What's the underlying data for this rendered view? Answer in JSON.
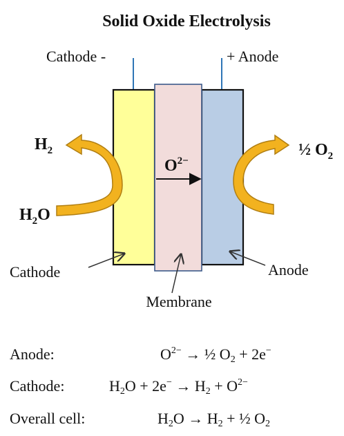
{
  "title": "Solid Oxide Electrolysis",
  "terminals": {
    "cathode": "Cathode -",
    "anode": "+ Anode"
  },
  "flows": {
    "h2_main": "H",
    "h2_sub": "2",
    "h2o_main": "H",
    "h2o_sub": "2",
    "h2o_tail": "O",
    "o2_half": "½ O",
    "o2_sub": "2",
    "oxide_main": "O",
    "oxide_sup": "2−"
  },
  "labels": {
    "cathode": "Cathode",
    "membrane": "Membrane",
    "anode": "Anode"
  },
  "colors": {
    "cathode_fill": "#FFFF99",
    "membrane_fill": "#F2DCDB",
    "anode_fill": "#B9CDE5",
    "arrow_fill": "#F2B21F",
    "arrow_stroke": "#B07E12",
    "lead_line": "#2E75B6"
  },
  "equations": {
    "anode": {
      "label": "Anode:",
      "o": "O",
      "o_sup": "2−",
      "arrow": "→",
      "half_o": "½ O",
      "half_o_sub": "2",
      "plus_2e": "+ 2e",
      "e_sup": "−"
    },
    "cathode": {
      "label": "Cathode:",
      "h": "H",
      "h_sub": "2",
      "o_plus": "O + 2e",
      "e_sup": "−",
      "arrow": "→",
      "h2": "H",
      "h2_sub": "2",
      "plus_o": "+ O",
      "o_sup": "2−"
    },
    "overall": {
      "label": "Overall cell:",
      "h": "H",
      "h_sub": "2",
      "o": "O",
      "arrow": "→",
      "h2": "H",
      "h2_sub": "2",
      "plus_half_o": "+ ½ O",
      "o2_sub": "2"
    }
  }
}
